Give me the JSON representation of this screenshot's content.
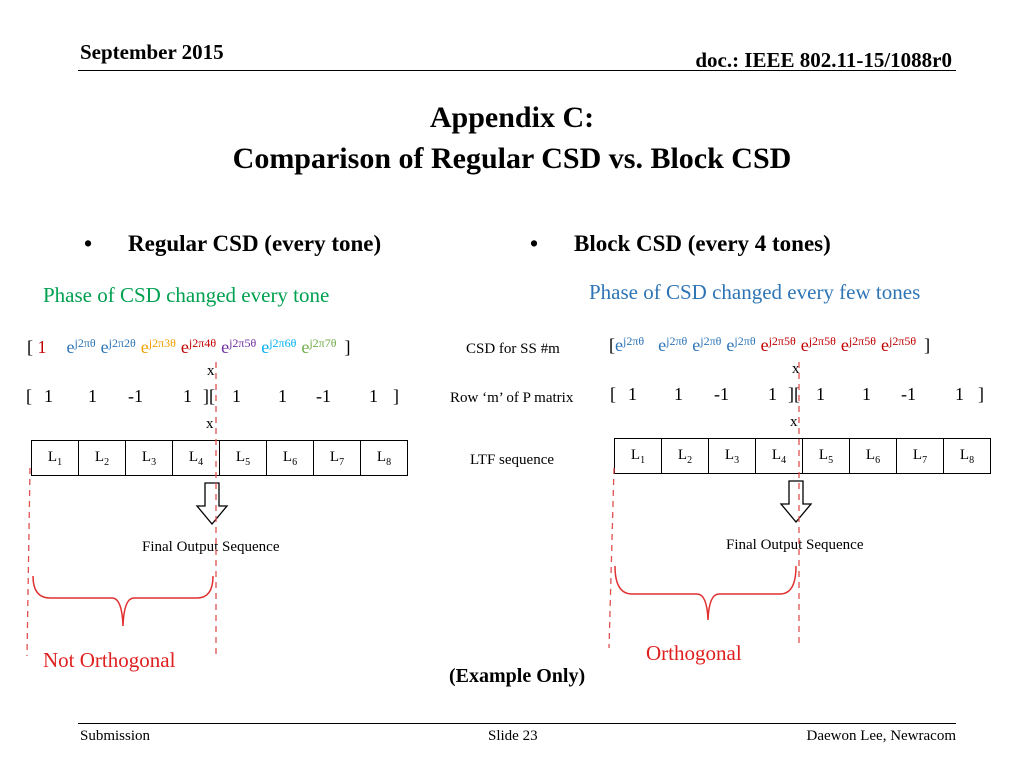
{
  "header": {
    "date": "September 2015",
    "doc": "doc.: IEEE 802.11-15/1088r0"
  },
  "title": {
    "line1": "Appendix C:",
    "line2": "Comparison of Regular CSD vs. Block CSD"
  },
  "left": {
    "bullet": "Regular CSD (every tone)",
    "phase_note": "Phase of CSD changed every tone",
    "csd_open": "[",
    "csd_first": "1",
    "csd_terms": [
      "j2πθ",
      "j2π2θ",
      "j2π3θ",
      "j2π4θ",
      "j2π5θ",
      "j2π6θ",
      "j2π7θ"
    ],
    "csd_close": "]",
    "x1": "x",
    "p_row": [
      "[",
      "1",
      "1",
      "-1",
      "1",
      "][",
      "1",
      "1",
      "-1",
      "1",
      "]"
    ],
    "x2": "x",
    "ltf": [
      "L1",
      "L2",
      "L3",
      "L4",
      "L5",
      "L6",
      "L7",
      "L8"
    ],
    "final_output": "Final Output Sequence",
    "verdict": "Not Orthogonal"
  },
  "middle": {
    "csd_label": "CSD for SS #m",
    "p_label": "Row ‘m’ of P matrix",
    "ltf_label": "LTF sequence"
  },
  "right": {
    "bullet": "Block CSD (every 4 tones)",
    "phase_note": "Phase of CSD changed every few tones",
    "csd_open": "[",
    "csd_terms": [
      "j2πθ",
      "j2πθ",
      "j2πθ",
      "j2πθ",
      "j2π5θ",
      "j2π5θ",
      "j2π5θ",
      "j2π5θ"
    ],
    "csd_close": "]",
    "x1": "x",
    "p_row": [
      "[",
      "1",
      "1",
      "-1",
      "1",
      "][",
      "1",
      "1",
      "-1",
      "1",
      "]"
    ],
    "x2": "x",
    "ltf": [
      "L1",
      "L2",
      "L3",
      "L4",
      "L5",
      "L6",
      "L7",
      "L8"
    ],
    "final_output": "Final Output Sequence",
    "verdict": "Orthogonal"
  },
  "example_note": "(Example Only)",
  "footer": {
    "left": "Submission",
    "center": "Slide 23",
    "right": "Daewon Lee, Newracom"
  },
  "colors": {
    "left_phase": "#00a050",
    "right_phase": "#2e75b6",
    "dashed": "#e05050",
    "brace": "#e03030",
    "verdict": "#e02020",
    "term_colors_left": [
      "#000000",
      "#2e75b6",
      "#2e75b6",
      "#f0a000",
      "#c00000",
      "#7030a0",
      "#00b0f0",
      "#70ad47"
    ],
    "term_color_right_blue": "#2e75b6",
    "term_color_right_red": "#c00000"
  }
}
